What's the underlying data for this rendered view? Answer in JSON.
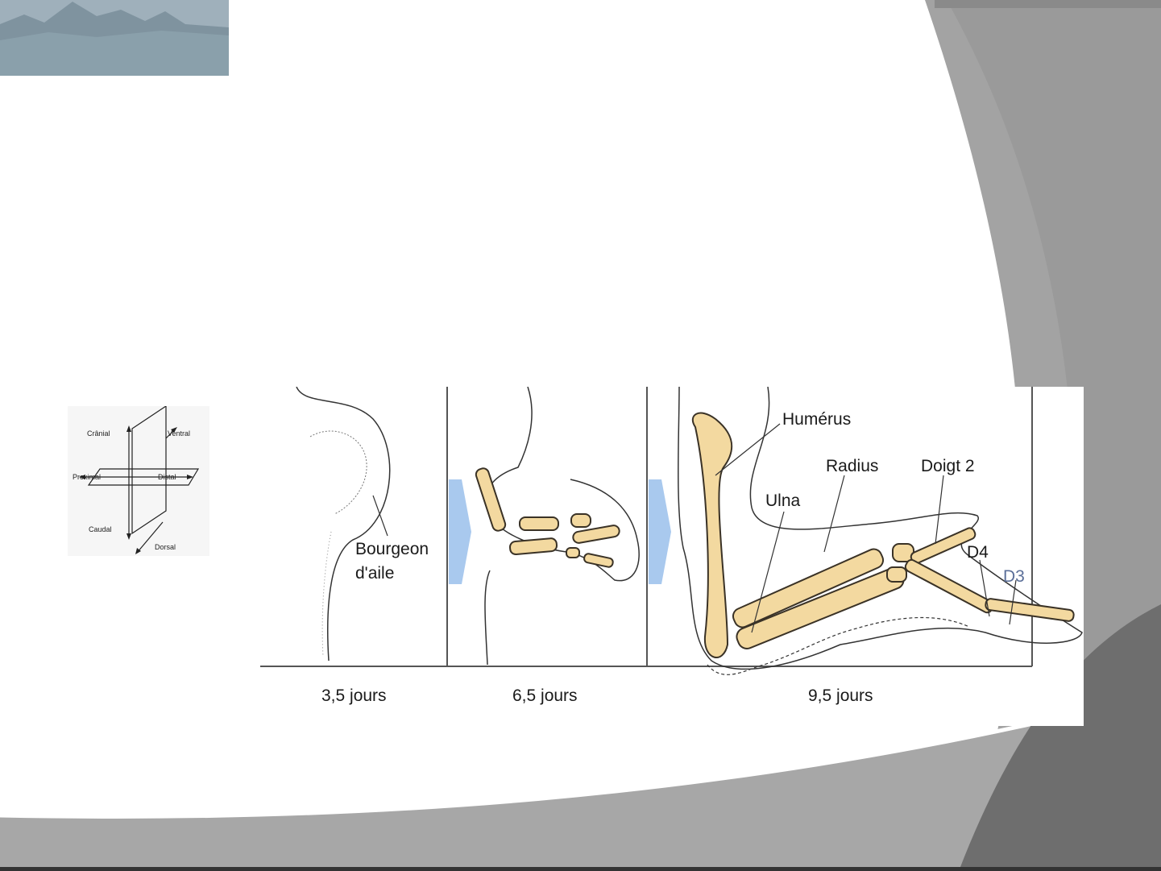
{
  "colors": {
    "bone": "#f3d9a0",
    "bone_stroke": "#3a3226",
    "arrow_blue": "#a9c9ee",
    "frame_gray": "#7d7d7d",
    "dark_gray": "#6b6b6b",
    "light_gray": "#a6a6a6"
  },
  "orientation": {
    "cranial": "Crânial",
    "ventral": "Ventral",
    "proximal": "Proximal",
    "distal": "Distal",
    "caudal": "Caudal",
    "dorsal": "Dorsal"
  },
  "stages": {
    "stage1": "3,5 jours",
    "stage2": "6,5 jours",
    "stage3": "9,5 jours"
  },
  "labels": {
    "bud": [
      "Bourgeon",
      "d'aile"
    ],
    "humerus": "Humérus",
    "radius": "Radius",
    "ulna": "Ulna",
    "digit2": "Doigt 2",
    "d4": "D4",
    "d3": "D3"
  }
}
